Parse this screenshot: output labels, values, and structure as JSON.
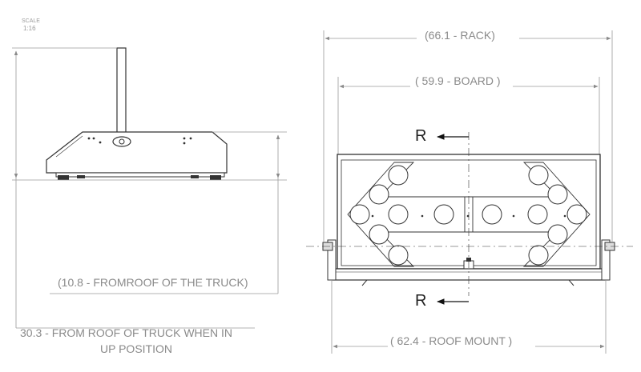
{
  "scale": {
    "label": "SCALE",
    "value": "1:16"
  },
  "side_view": {
    "dim_from_roof": "(10.8 - FROMROOF OF THE TRUCK)",
    "dim_up_position_line1": "30.3 - FROM ROOF OF TRUCK WHEN IN",
    "dim_up_position_line2": "UP POSITION"
  },
  "front_view": {
    "dim_rack": "(66.1 - RACK)",
    "dim_board": "( 59.9 - BOARD )",
    "dim_roof_mount": "( 62.4 - ROOF MOUNT )",
    "section_label_top": "R",
    "section_label_bottom": "R"
  },
  "colors": {
    "line": "#333333",
    "dim_line": "#9a9a9a",
    "dim_text": "#8a8a8a"
  }
}
